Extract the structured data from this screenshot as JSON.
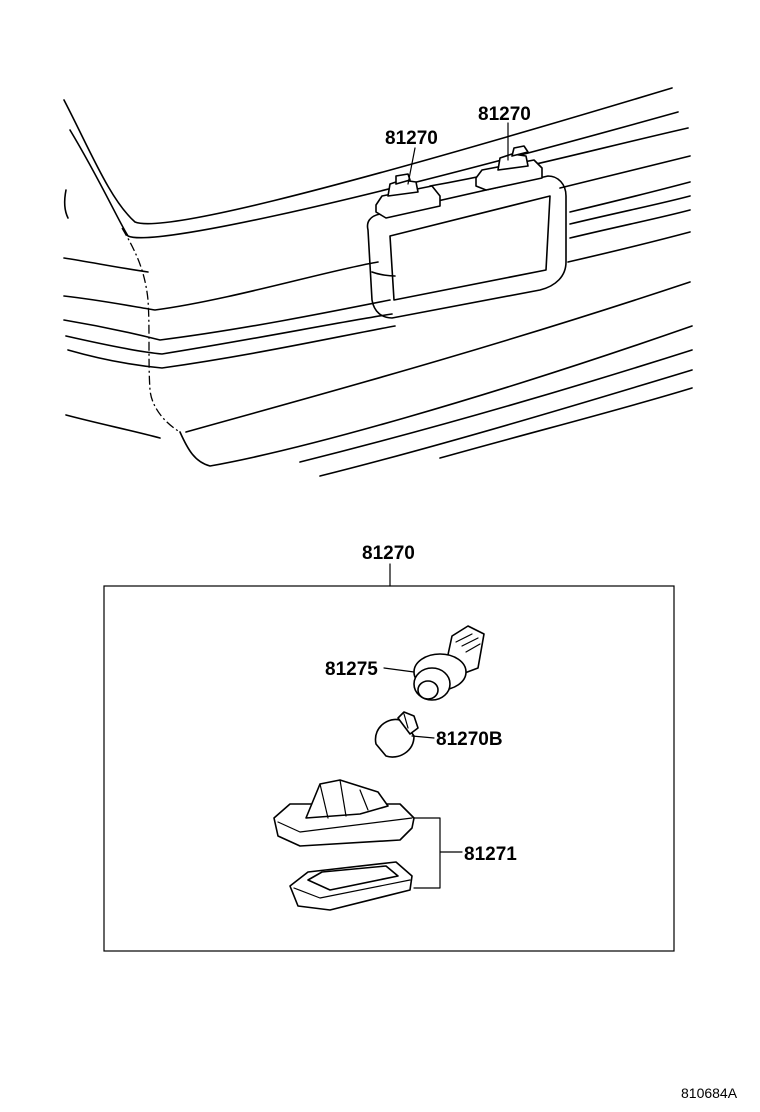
{
  "callouts": {
    "top_left": "81270",
    "top_right": "81270",
    "assembly": "81270",
    "socket": "81275",
    "bulb": "81270B",
    "lens_set": "81271"
  },
  "figure_code": "810684A"
}
